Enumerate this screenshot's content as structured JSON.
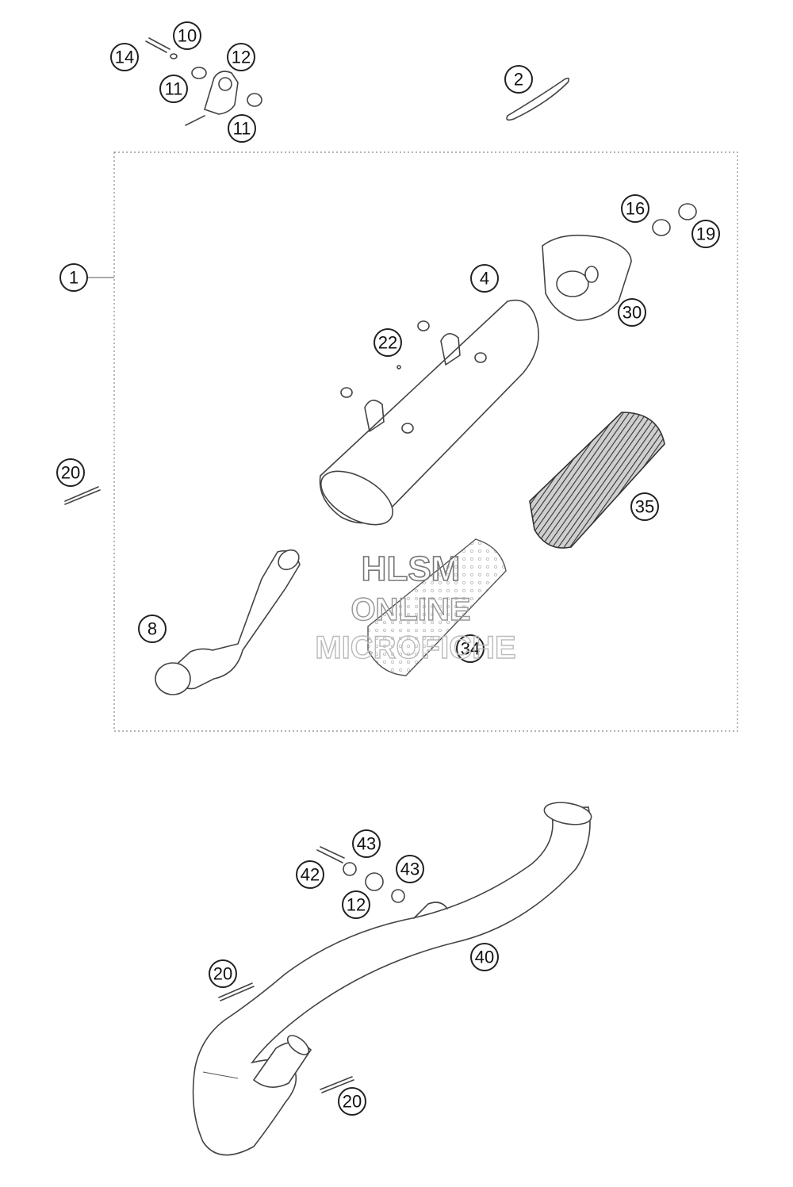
{
  "callouts": [
    {
      "label": "14"
    },
    {
      "label": "10"
    },
    {
      "label": "12"
    },
    {
      "label": "11"
    },
    {
      "label": "11"
    },
    {
      "label": "2"
    },
    {
      "label": "1"
    },
    {
      "label": "16"
    },
    {
      "label": "19"
    },
    {
      "label": "4"
    },
    {
      "label": "30"
    },
    {
      "label": "22"
    },
    {
      "label": "20"
    },
    {
      "label": "35"
    },
    {
      "label": "8"
    },
    {
      "label": "34"
    },
    {
      "label": "43"
    },
    {
      "label": "42"
    },
    {
      "label": "43"
    },
    {
      "label": "12"
    },
    {
      "label": "20"
    },
    {
      "label": "40"
    },
    {
      "label": "20"
    }
  ],
  "watermark": {
    "line1": "HLSM",
    "line2": "ONLINE",
    "line3": "MICROFICHE"
  },
  "colors": {
    "stroke": "#444444",
    "background": "#ffffff"
  }
}
